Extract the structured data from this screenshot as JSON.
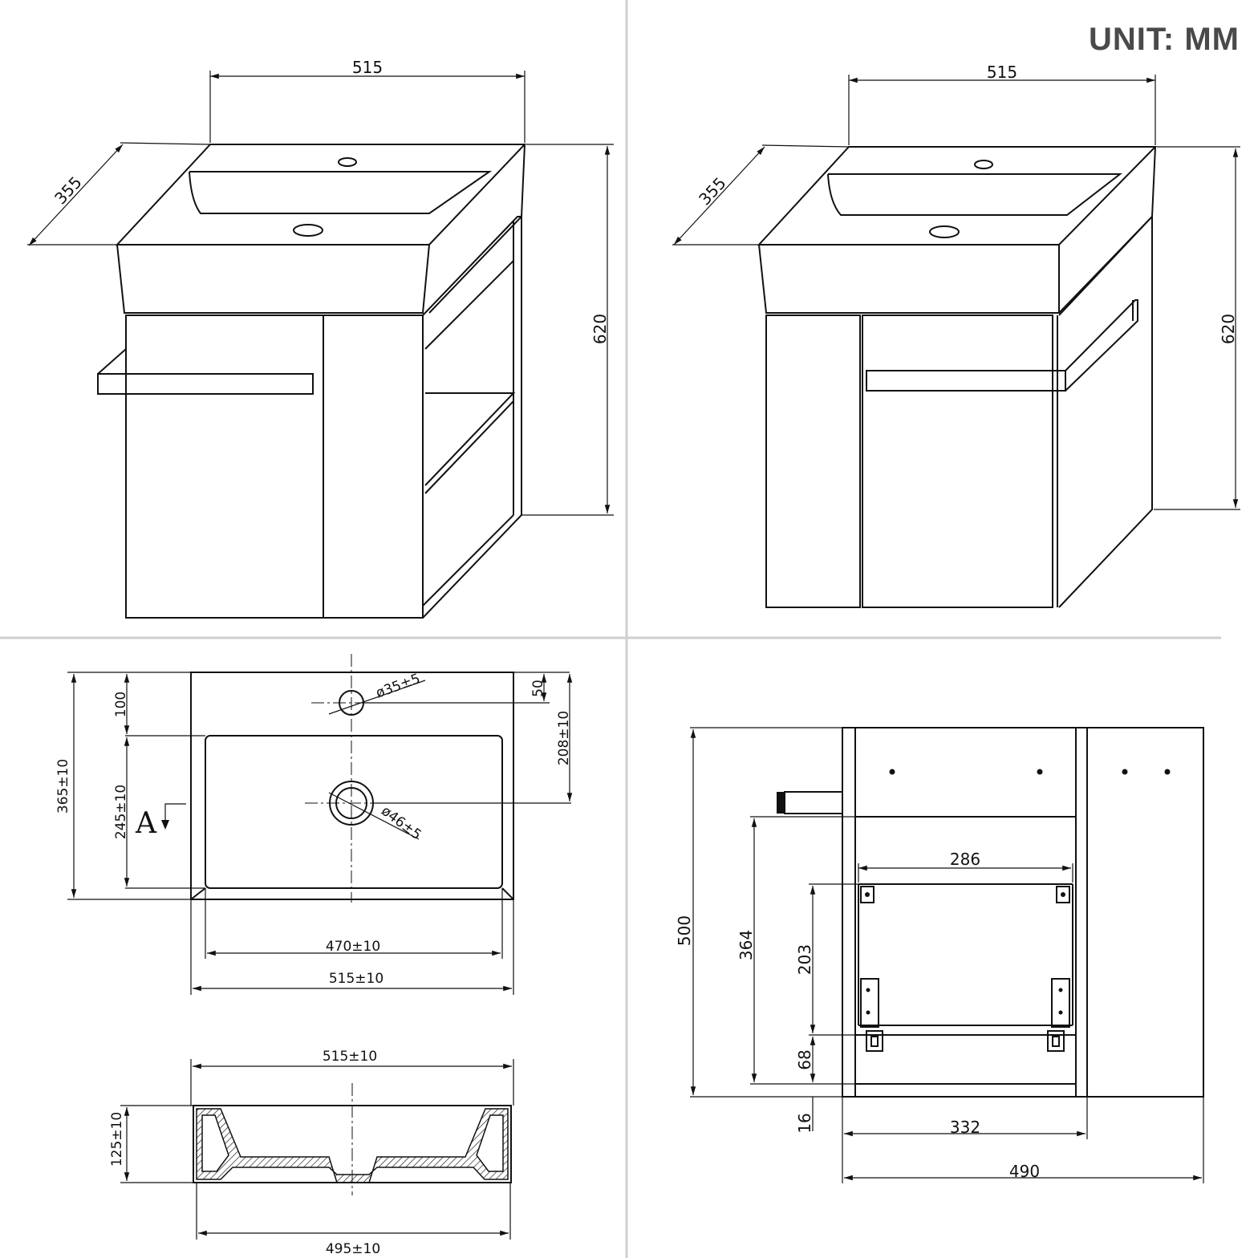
{
  "unit_label": "UNIT: MM",
  "views": {
    "iso_left": {
      "width": "515",
      "depth": "355",
      "height": "620"
    },
    "iso_right": {
      "width": "515",
      "depth": "355",
      "height": "620"
    },
    "plan": {
      "hole_tap": "ø35±5",
      "hole_drain": "ø46±5",
      "top_offset": "50",
      "drain_offset": "208±10",
      "front_margin": "100",
      "overall_depth": "365±10",
      "bowl_depth": "245±10",
      "section_marker": "A",
      "bowl_width": "470±10",
      "overall_width": "515±10"
    },
    "section": {
      "top_width": "515±10",
      "bottom_width": "495±10",
      "height": "125±10"
    },
    "cabinet_front": {
      "shelf_width": "286",
      "total_height": "500",
      "inner_height": "364",
      "drawer_height": "203",
      "bottom_gap": "68",
      "base": "16",
      "inner_width": "332",
      "total_width": "490"
    }
  }
}
